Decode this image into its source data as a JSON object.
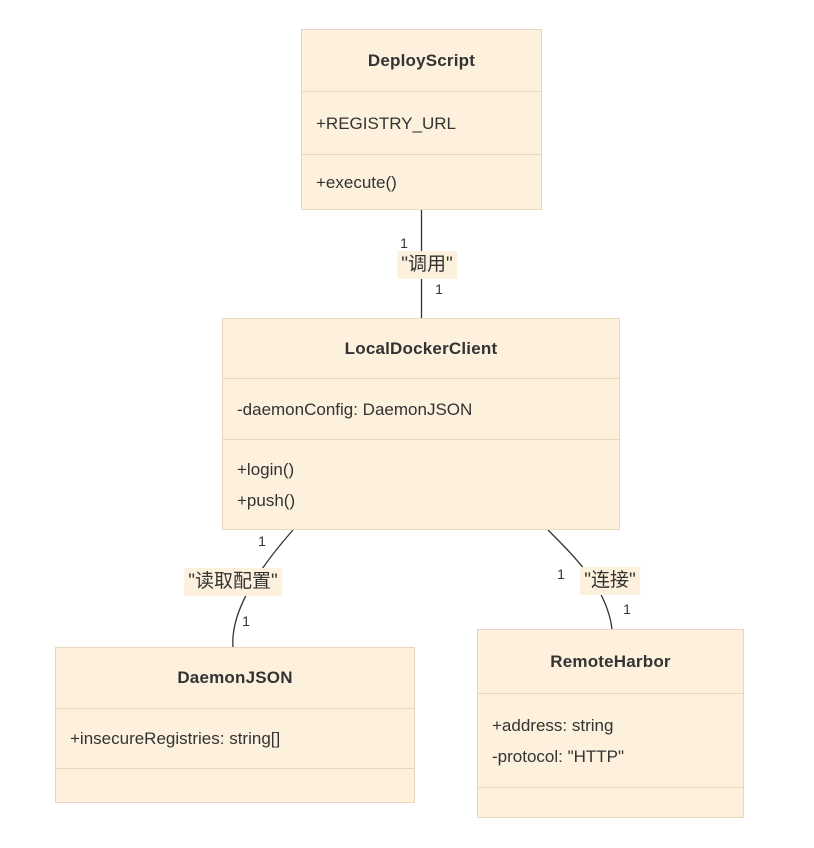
{
  "diagram": {
    "type": "uml-class-diagram",
    "classes": [
      {
        "name": "DeployScript",
        "attributes": [
          "+REGISTRY_URL"
        ],
        "methods": [
          "+execute()"
        ]
      },
      {
        "name": "LocalDockerClient",
        "attributes": [
          "-daemonConfig: DaemonJSON"
        ],
        "methods": [
          "+login()",
          "+push()"
        ]
      },
      {
        "name": "DaemonJSON",
        "attributes": [
          "+insecureRegistries: string[]"
        ],
        "methods": []
      },
      {
        "name": "RemoteHarbor",
        "attributes": [
          "+address: string",
          "-protocol: \"HTTP\""
        ],
        "methods": []
      }
    ],
    "relations": [
      {
        "from": "DeployScript",
        "to": "LocalDockerClient",
        "label": "\"调用\"",
        "from_card": "1",
        "to_card": "1"
      },
      {
        "from": "LocalDockerClient",
        "to": "DaemonJSON",
        "label": "\"读取配置\"",
        "from_card": "1",
        "to_card": "1"
      },
      {
        "from": "LocalDockerClient",
        "to": "RemoteHarbor",
        "label": "\"连接\"",
        "from_card": "1",
        "to_card": "1"
      }
    ],
    "colors": {
      "node_fill": "#fdf1dd",
      "node_border": "#e6d8b9",
      "edge": "#333333",
      "text": "#333333",
      "background": "#ffffff"
    }
  }
}
